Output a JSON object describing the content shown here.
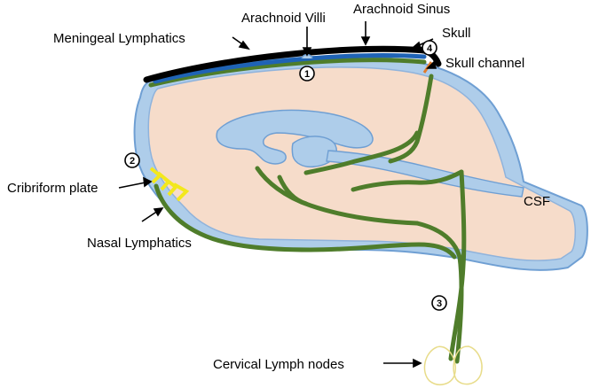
{
  "labels": {
    "arachnoid_villi": "Arachnoid Villi",
    "arachnoid_sinus": "Arachnoid Sinus",
    "meningeal_lymphatics": "Meningeal  Lymphatics",
    "skull": "Skull",
    "skull_channel": "Skull channel",
    "cribriform_plate": "Cribriform plate",
    "nasal_lymphatics": "Nasal Lymphatics",
    "csf": "CSF",
    "cervical_lymph_nodes": "Cervical Lymph nodes"
  },
  "markers": [
    "1",
    "2",
    "3",
    "4"
  ],
  "colors": {
    "brain_fill": "#f6dcca",
    "csf_blue": "#aecdea",
    "csf_outline": "#6f9fd3",
    "sinus_blue": "#1f63b5",
    "lymphatic_green": "#4f7d2b",
    "skull_black": "#000000",
    "cribriform_yellow": "#f3e81c",
    "skull_channel_orange": "#e07a2c",
    "lymph_node_outline": "#e8dc8a"
  }
}
